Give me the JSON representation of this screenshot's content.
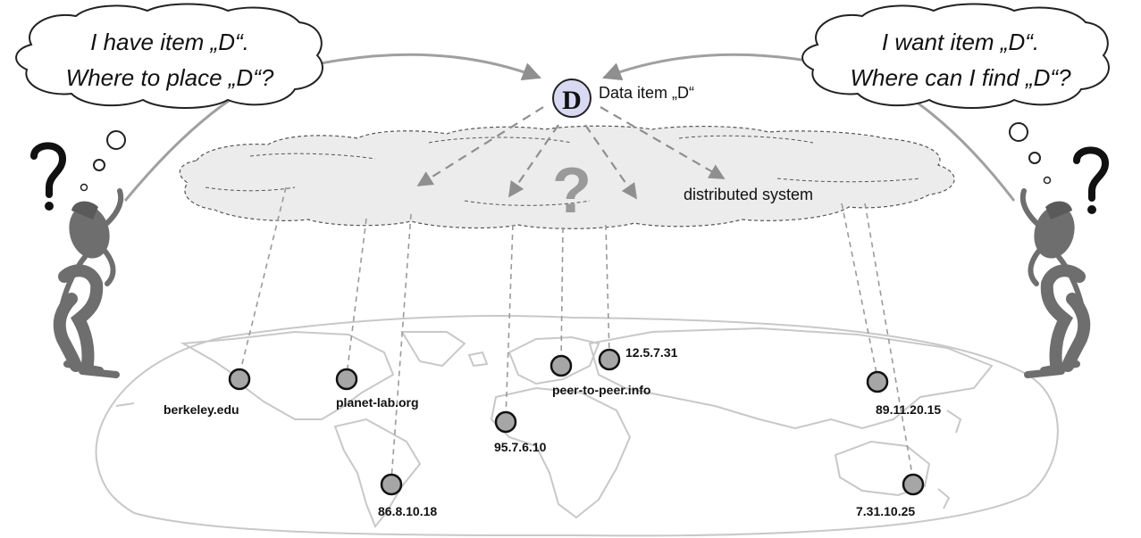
{
  "left_thought": {
    "line1": "I have item „D“.",
    "line2": "Where to place „D“?"
  },
  "right_thought": {
    "line1": "I want item „D“.",
    "line2": "Where can I find „D“?"
  },
  "data_item": {
    "letter": "D",
    "label": "Data item „D“"
  },
  "system_label": "distributed system",
  "question_mark": "?",
  "nodes": [
    {
      "label": "berkeley.edu"
    },
    {
      "label": "planet-lab.org"
    },
    {
      "label": "86.8.10.18"
    },
    {
      "label": "95.7.6.10"
    },
    {
      "label": "peer-to-peer.info"
    },
    {
      "label": "12.5.7.31"
    },
    {
      "label": "89.11.20.15"
    },
    {
      "label": "7.31.10.25"
    }
  ],
  "colors": {
    "node_fill": "#a6a6a6",
    "cloud_fill": "#ececec",
    "data_item_fill": "#d9d9f3",
    "figure": "#6e6e6e",
    "line": "#a0a0a0",
    "map": "#c8c8c8"
  }
}
